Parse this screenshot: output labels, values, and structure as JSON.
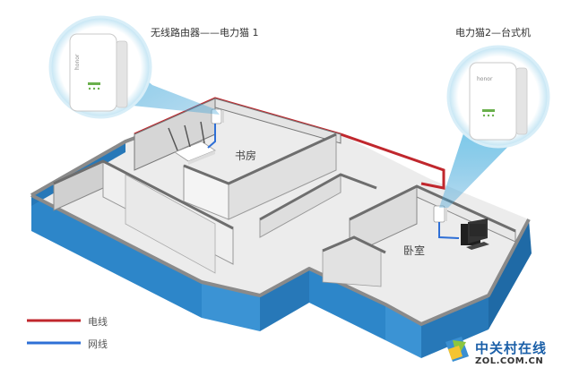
{
  "callouts": {
    "left_title": "无线路由器——电力猫 1",
    "right_title": "电力猫2—台式机"
  },
  "rooms": {
    "study": "书房",
    "bedroom": "卧室"
  },
  "legend": [
    {
      "label": "电线",
      "color": "#c0272d"
    },
    {
      "label": "网线",
      "color": "#2e6fd6"
    }
  ],
  "device_brand": "honor",
  "watermark": {
    "cn": "中关村在线",
    "en": "ZOL.COM.CN"
  },
  "colors": {
    "wall_blue": "#2d86c9",
    "floor": "#ececec",
    "wall_top": "#8a8a8a"
  }
}
